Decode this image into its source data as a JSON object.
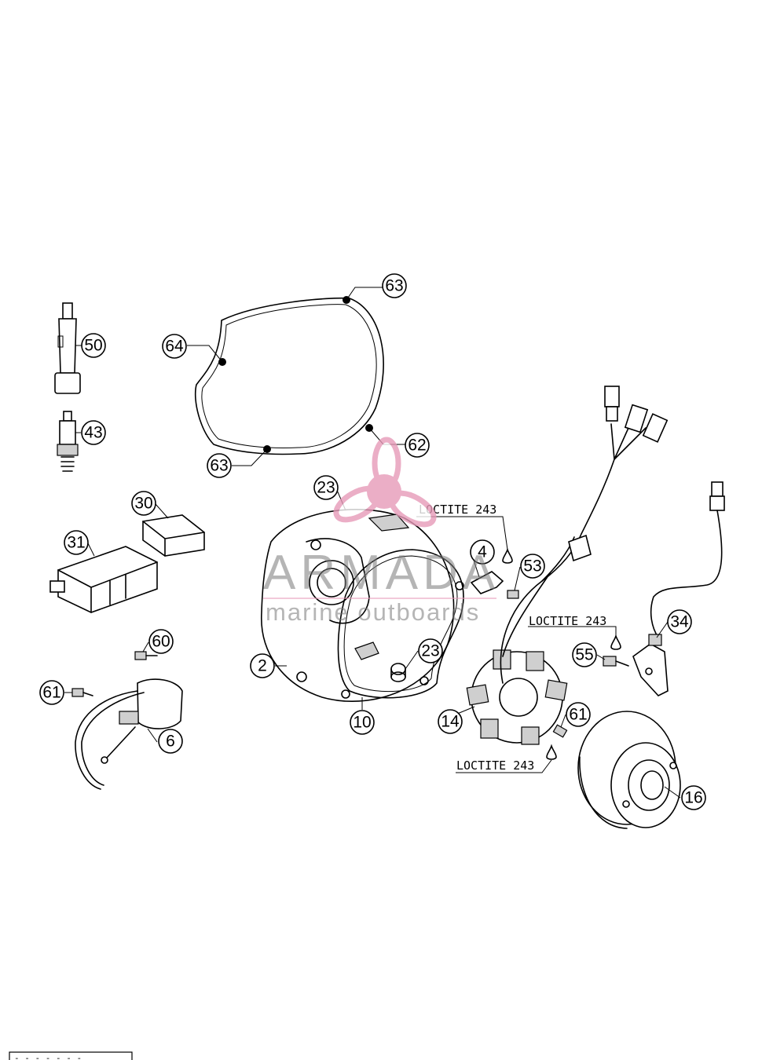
{
  "callouts": [
    "63",
    "64",
    "62",
    "63",
    "50",
    "43",
    "30",
    "31",
    "23",
    "2",
    "10",
    "23",
    "4",
    "53",
    "60",
    "61",
    "6",
    "14",
    "61",
    "16",
    "55",
    "34"
  ],
  "loctite": [
    "LOCTITE 243",
    "LOCTITE 243",
    "LOCTITE 243"
  ],
  "watermark": {
    "brand": "ARMADA",
    "tagline": "marine outboards",
    "accent_color": "#e79ab8"
  },
  "footer_code": "- - - - - - -"
}
